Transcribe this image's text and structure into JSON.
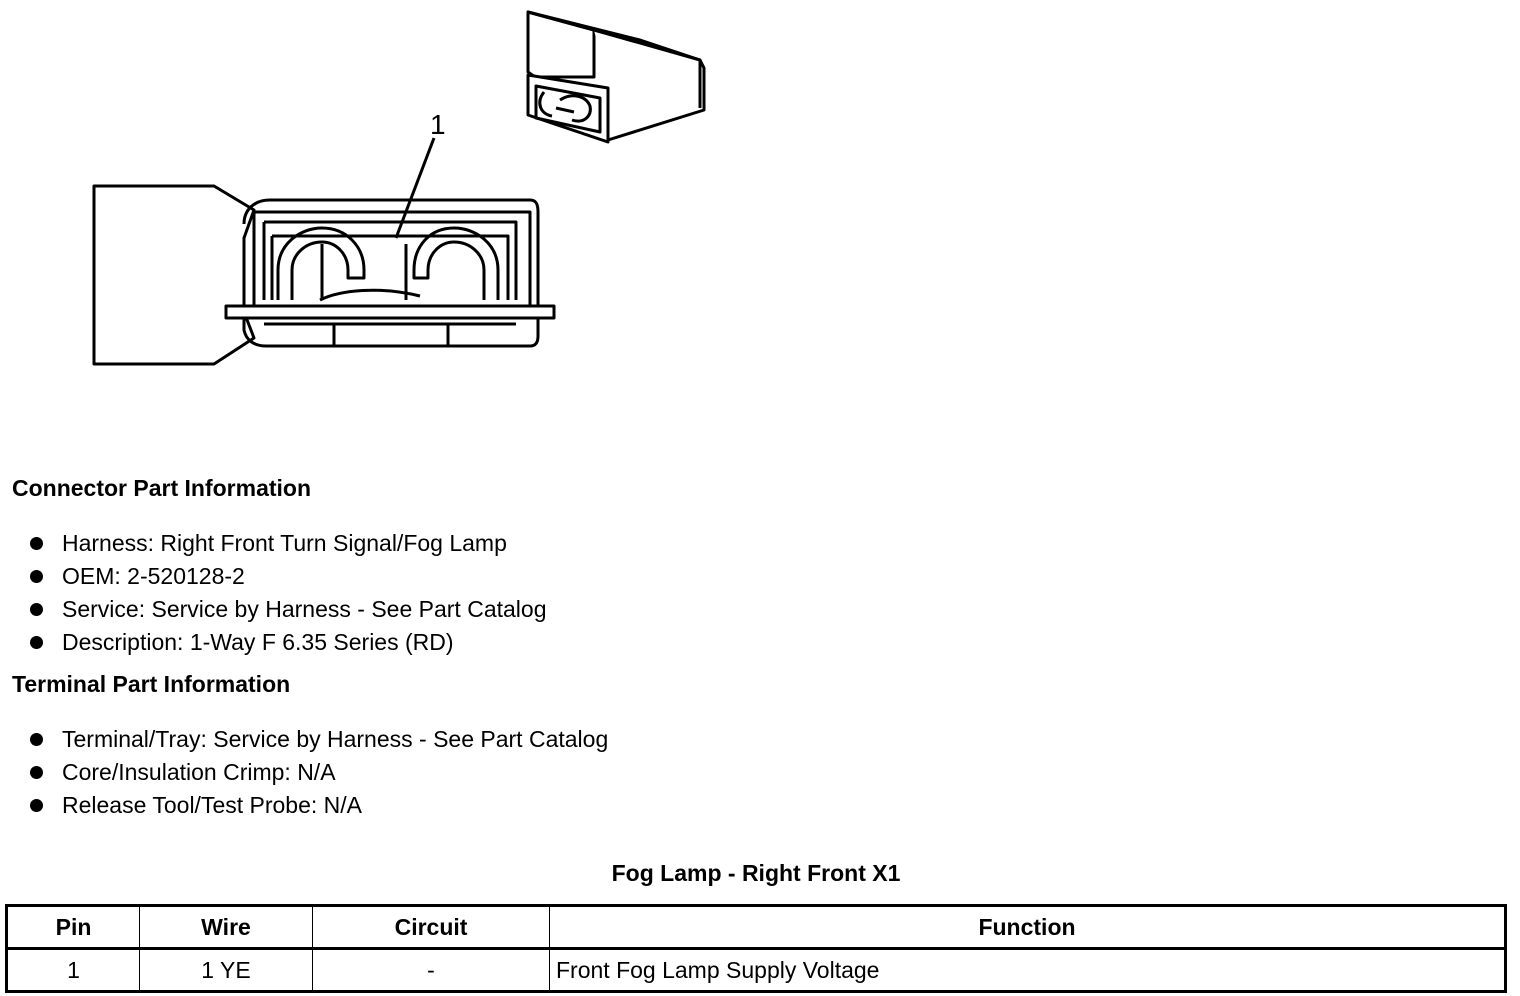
{
  "figure": {
    "callout": "1"
  },
  "connector_section": {
    "title": "Connector Part Information",
    "items": [
      "Harness: Right Front Turn Signal/Fog Lamp",
      "OEM: 2-520128-2",
      "Service: Service by Harness - See Part Catalog",
      "Description: 1-Way F 6.35 Series (RD)"
    ]
  },
  "terminal_section": {
    "title": "Terminal Part Information",
    "items": [
      "Terminal/Tray: Service by Harness - See Part Catalog",
      "Core/Insulation Crimp: N/A",
      "Release Tool/Test Probe: N/A"
    ]
  },
  "table": {
    "title": "Fog Lamp - Right Front X1",
    "headers": [
      "Pin",
      "Wire",
      "Circuit",
      "Function"
    ],
    "rows": [
      [
        "1",
        "1 YE",
        "-",
        "Front Fog Lamp Supply Voltage"
      ]
    ]
  }
}
